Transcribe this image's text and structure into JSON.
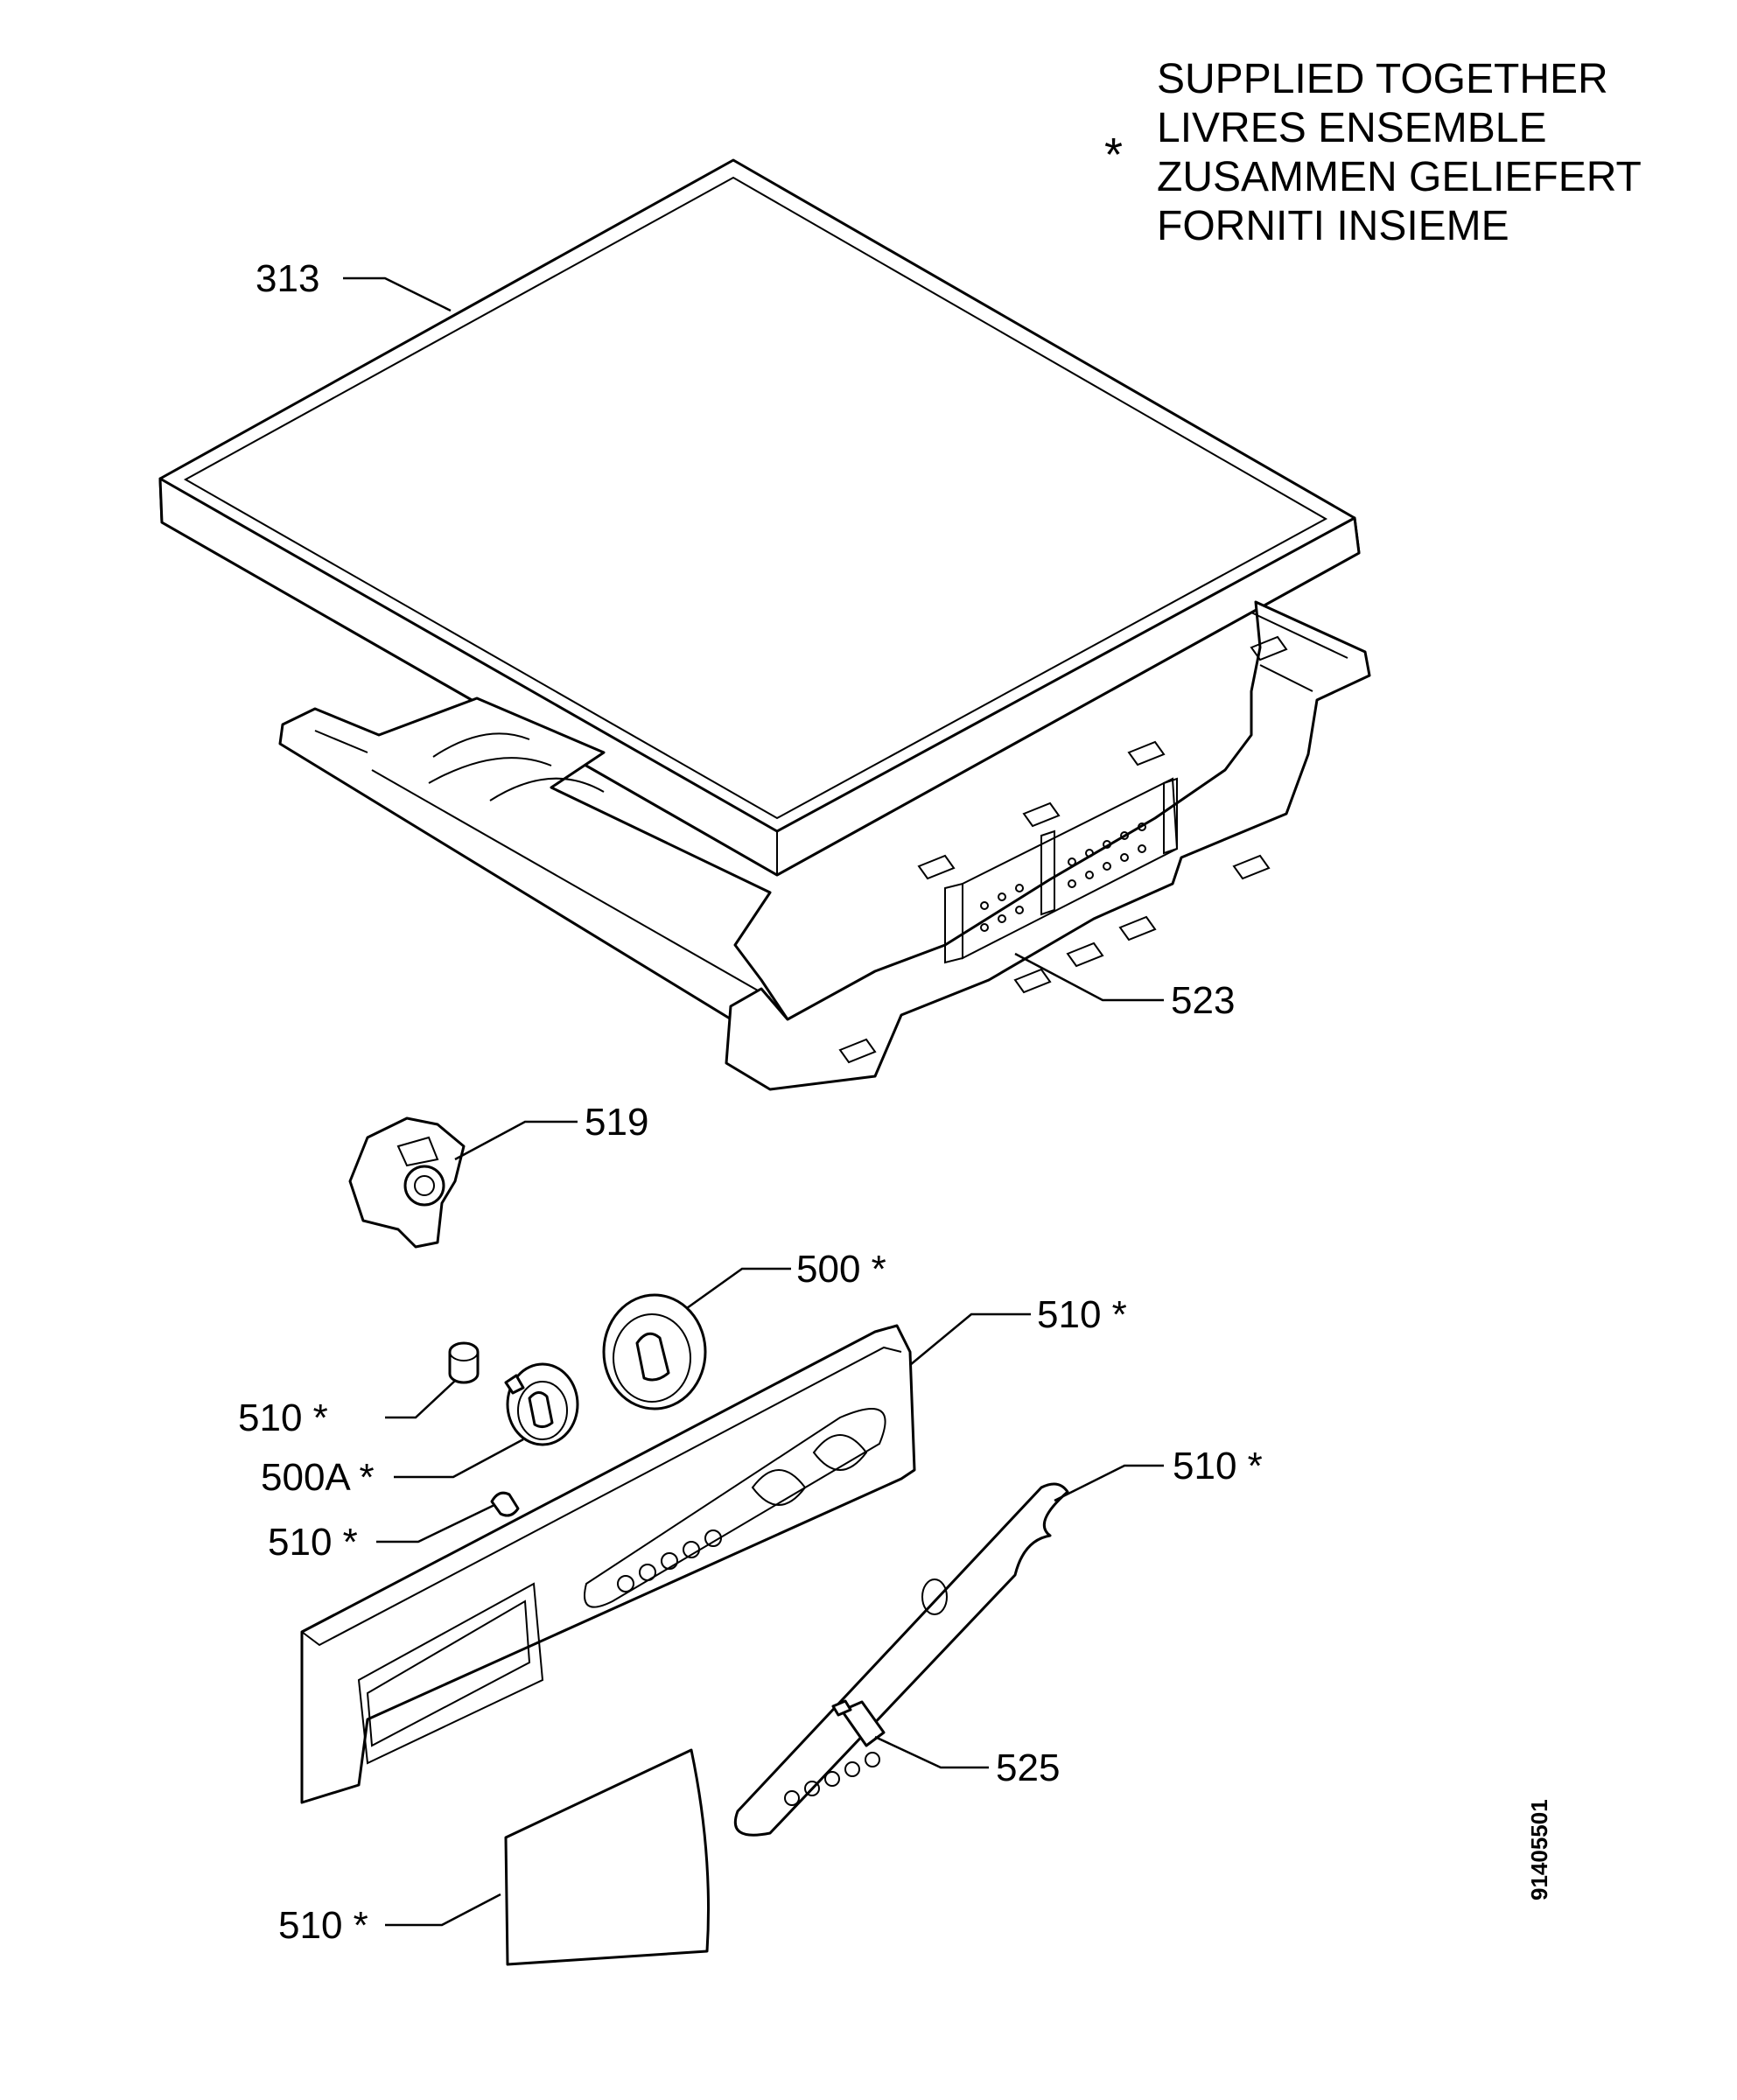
{
  "legend": {
    "symbol": "*",
    "lines": [
      "SUPPLIED TOGETHER",
      "LIVRES ENSEMBLE",
      "ZUSAMMEN GELIEFERT",
      "FORNITI INSIEME"
    ]
  },
  "callouts": {
    "c313": "313",
    "c523": "523",
    "c519": "519",
    "c500_knob": "500 *",
    "c510_panel": "510 *",
    "c510_spacer": "510 *",
    "c500a_knob": "500A *",
    "c510_button": "510 *",
    "c510_overlay": "510 *",
    "c525": "525",
    "c510_handle": "510 *"
  },
  "drawing_code": "91405501"
}
